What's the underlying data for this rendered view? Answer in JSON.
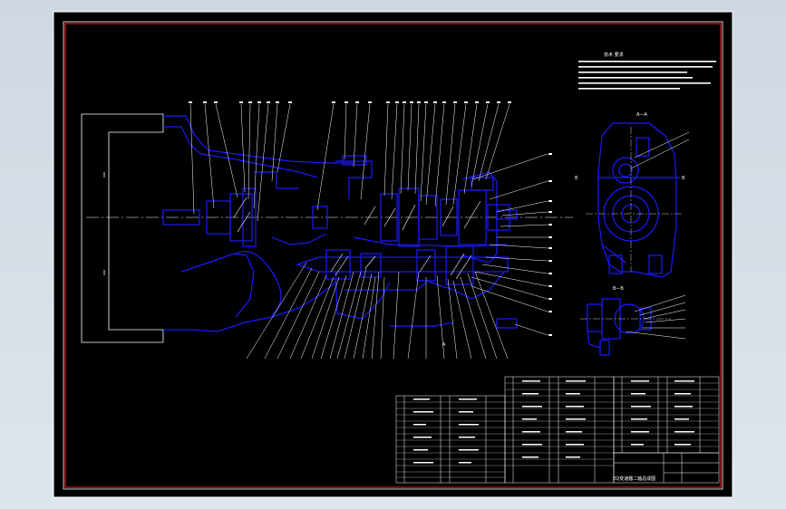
{
  "drawing": {
    "section_aa": "A—A",
    "section_bb": "B—B",
    "view_mark_b": "B",
    "view_mark_a": "A",
    "tech_requirements_heading": "技术 要求",
    "title_block_name": "EQ变速器二轴总成图"
  },
  "colors": {
    "sheet": "#000000",
    "frame_white": "#ffffff",
    "border_red": "#ff2020",
    "parts_blue": "#1a1aff",
    "center_white": "#ffffff"
  }
}
